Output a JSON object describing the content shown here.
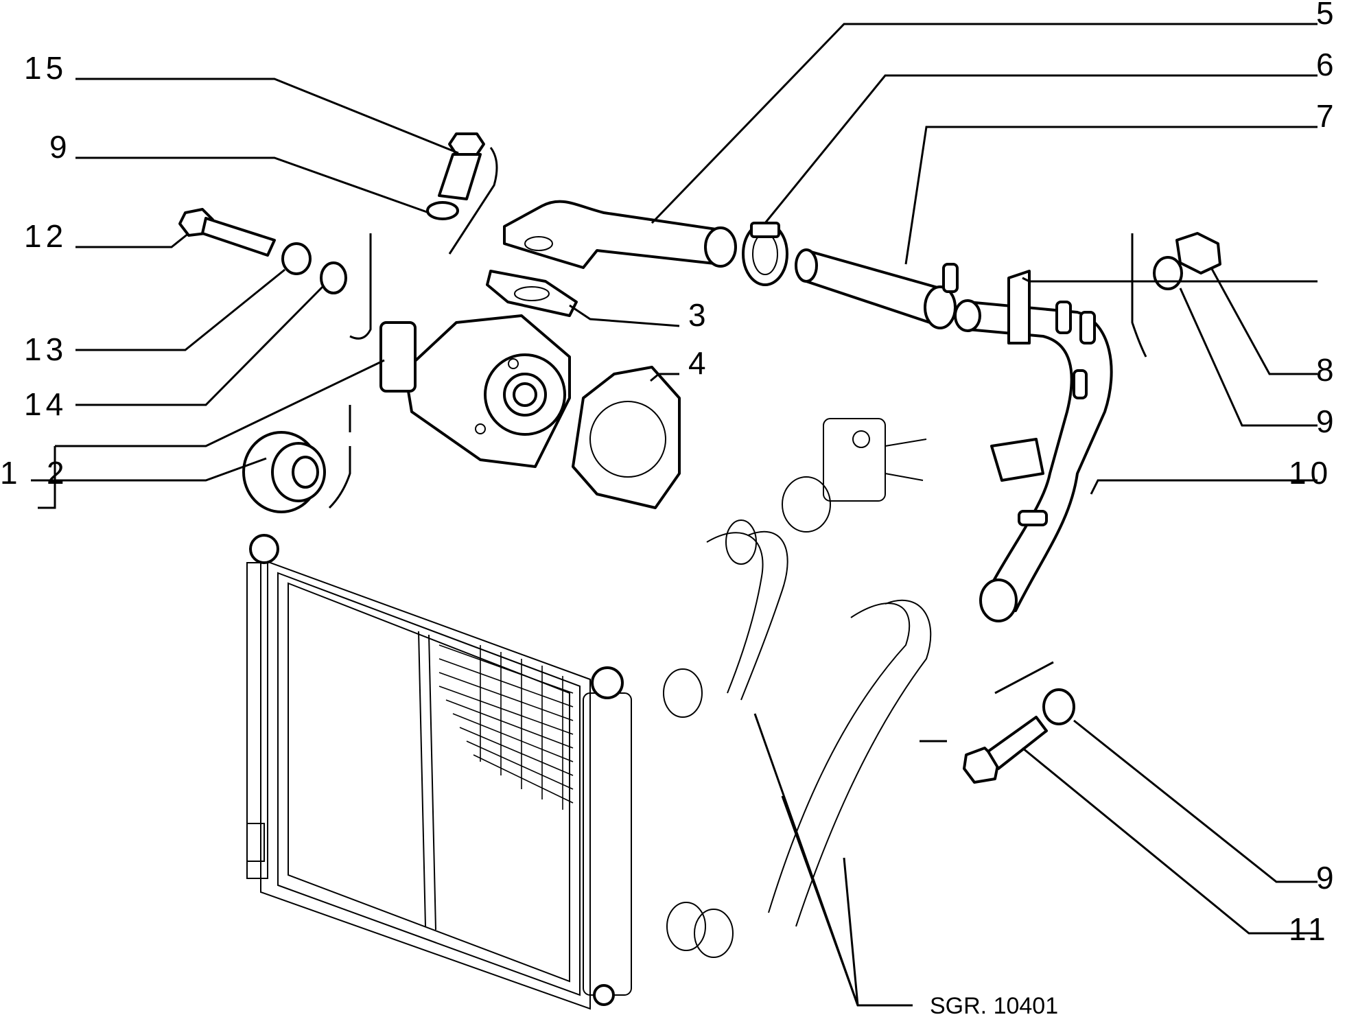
{
  "callouts": [
    {
      "id": "15",
      "text": "15"
    },
    {
      "id": "9a",
      "text": "9"
    },
    {
      "id": "12",
      "text": "12"
    },
    {
      "id": "13",
      "text": "13"
    },
    {
      "id": "14",
      "text": "14"
    },
    {
      "id": "1",
      "text": "1"
    },
    {
      "id": "2",
      "text": "2"
    },
    {
      "id": "3",
      "text": "3"
    },
    {
      "id": "4",
      "text": "4"
    },
    {
      "id": "5",
      "text": "5"
    },
    {
      "id": "6",
      "text": "6"
    },
    {
      "id": "7",
      "text": "7"
    },
    {
      "id": "8",
      "text": "8"
    },
    {
      "id": "9b",
      "text": "9"
    },
    {
      "id": "10",
      "text": "10"
    },
    {
      "id": "9c",
      "text": "9"
    },
    {
      "id": "11",
      "text": "11"
    }
  ],
  "drawing_code": "SGR. 10401",
  "colors": {
    "ink": "#000000",
    "paper": "#ffffff"
  }
}
